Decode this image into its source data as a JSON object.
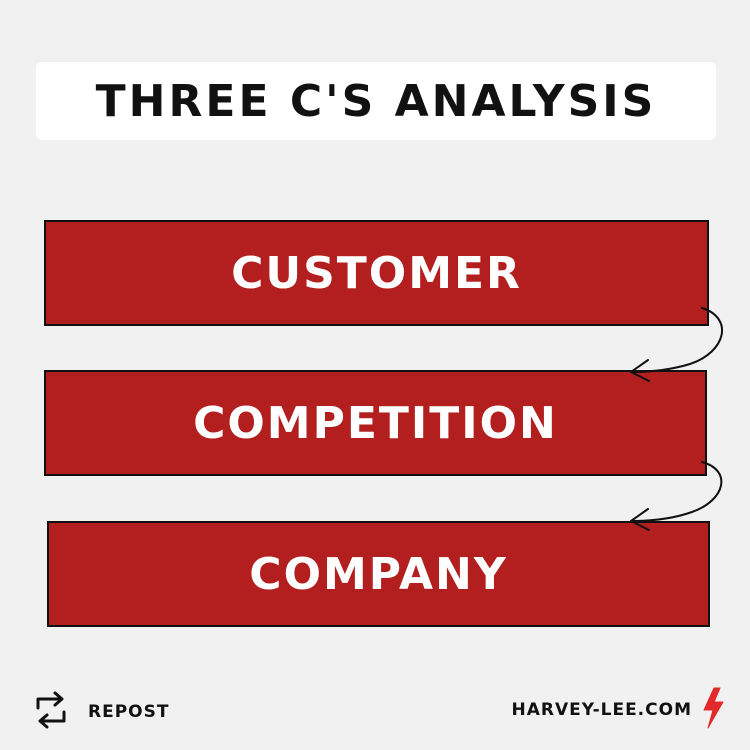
{
  "title": "THREE C'S ANALYSIS",
  "boxes": [
    {
      "label": "CUSTOMER"
    },
    {
      "label": "COMPETITION"
    },
    {
      "label": "COMPANY"
    }
  ],
  "footer": {
    "repost_label": "REPOST",
    "website": "HARVEY-LEE.COM"
  },
  "colors": {
    "box_fill": "#b31e1e",
    "background": "#f1f1f1",
    "bolt": "#e32a2a"
  },
  "icons": {
    "repost": "repost-icon",
    "brand": "lightning-bolt-icon"
  }
}
